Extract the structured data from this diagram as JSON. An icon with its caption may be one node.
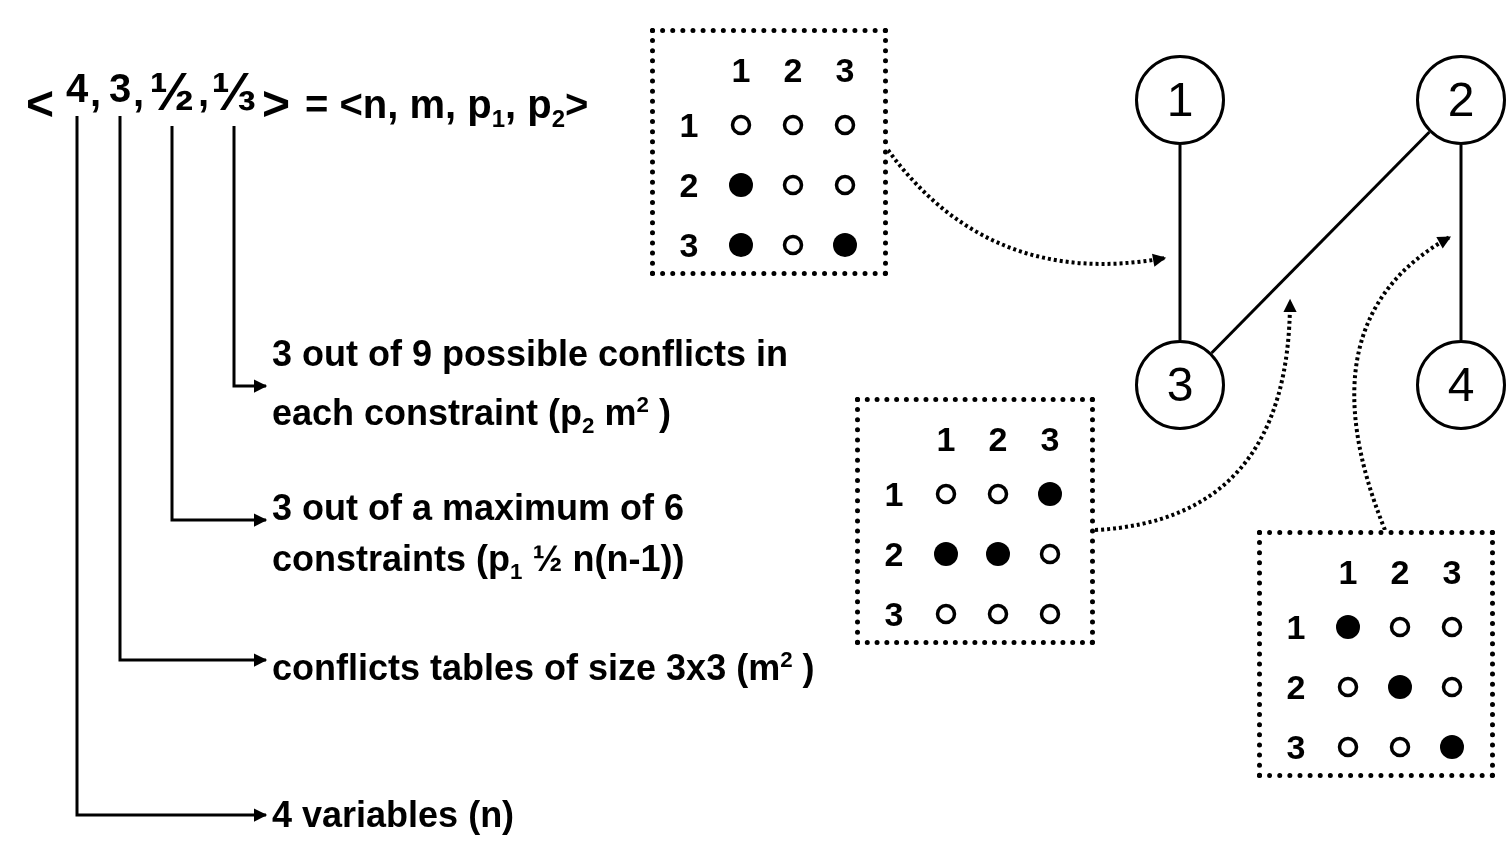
{
  "diagram": {
    "nodes": [
      {
        "text": [
          "4"
        ]
      },
      {
        "text": [
          "3"
        ]
      },
      {
        "text": [
          "½"
        ]
      },
      {
        "text": [
          "⅓"
        ]
      },
      {
        "text": [
          "3 out of 9 possible conflicts in each constraint (p$_{2}$ m$^{2}$ )"
        ]
      },
      {
        "text": [
          "3 out of a maximum of 6 constraints (p$_{1}$ ½ n(n-1))"
        ]
      },
      {
        "text": [
          "conflicts tables of size 3x3 (m$^{2}$ )"
        ]
      },
      {
        "text": [
          "4 variables (n)"
        ]
      },
      {
        "text": [
          "1",
          "2",
          "3",
          "1",
          "2",
          "3"
        ]
      },
      {
        "text": [
          "1",
          "2",
          "3",
          "1",
          "2",
          "3"
        ]
      },
      {
        "text": [
          "1",
          "2",
          "3",
          "1",
          "2",
          "3"
        ]
      },
      {
        "text": [
          "1"
        ]
      },
      {
        "text": [
          "2"
        ]
      },
      {
        "text": [
          "3"
        ]
      },
      {
        "text": [
          "4"
        ]
      }
    ],
    "edges": [
      {
        "from": 3,
        "to": 4,
        "arrow": "to"
      },
      {
        "from": 2,
        "to": 5,
        "arrow": "to"
      },
      {
        "from": 1,
        "to": 6,
        "arrow": "to"
      },
      {
        "from": 0,
        "to": 7,
        "arrow": "to"
      },
      {
        "from": 11,
        "to": 13,
        "arrow": "none"
      },
      {
        "from": 12,
        "to": 13,
        "arrow": "none"
      },
      {
        "from": 12,
        "to": 14,
        "arrow": "none"
      },
      {
        "from": 8,
        "to": null,
        "arrow": "to",
        "style": "dashed"
      },
      {
        "from": 9,
        "to": null,
        "arrow": "to",
        "style": "dashed"
      },
      {
        "from": 10,
        "to": null,
        "arrow": "to",
        "style": "dashed"
      }
    ],
    "labels": [
      "<",
      ",",
      ",",
      ",",
      ">",
      "= <n, m, p$_{1}$, p$_{2}$>"
    ]
  }
}
